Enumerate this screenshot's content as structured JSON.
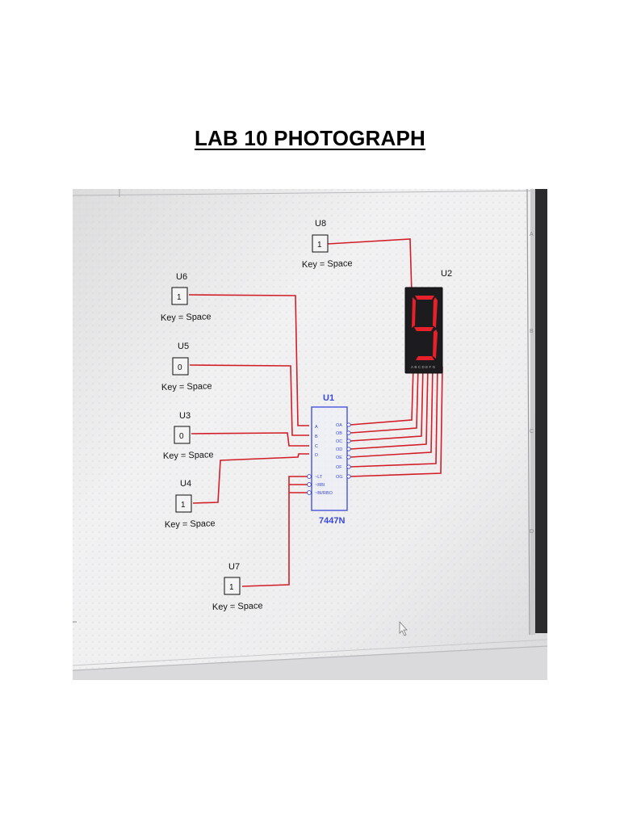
{
  "document": {
    "title": "LAB 10 PHOTOGRAPH"
  },
  "circuit": {
    "wire_color": "#d21e28",
    "ic_color": "#3a48d8",
    "switches": [
      {
        "name": "U8",
        "value": "1",
        "key": "Key = Space"
      },
      {
        "name": "U6",
        "value": "1",
        "key": "Key = Space"
      },
      {
        "name": "U5",
        "value": "0",
        "key": "Key = Space"
      },
      {
        "name": "U3",
        "value": "0",
        "key": "Key = Space"
      },
      {
        "name": "U4",
        "value": "1",
        "key": "Key = Space"
      },
      {
        "name": "U7",
        "value": "1",
        "key": "Key = Space"
      }
    ],
    "decoder": {
      "name": "U1",
      "part": "7447N",
      "inputs": [
        "A",
        "B",
        "C",
        "D"
      ],
      "control": [
        "~LT",
        "~RBI",
        "~BI/RBO"
      ],
      "outputs": [
        "OA",
        "OB",
        "OC",
        "OD",
        "OE",
        "OF",
        "OG"
      ]
    },
    "display": {
      "name": "U2",
      "digit": "9",
      "pins": "ABCDEFG",
      "segment_color": "#e8202a"
    },
    "border_marks": [
      "A",
      "B",
      "C",
      "D"
    ]
  }
}
